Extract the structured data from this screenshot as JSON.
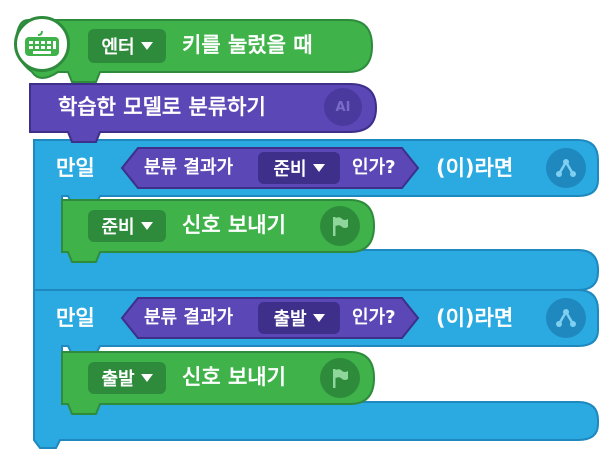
{
  "event_block": {
    "key_option": "엔터",
    "label": "키를 눌렀을 때",
    "icon": "keyboard-icon"
  },
  "ai_block": {
    "label": "학습한 모델로 분류하기",
    "icon": "ai-icon",
    "icon_text": "AI"
  },
  "if_blocks": [
    {
      "if_label": "만일",
      "cond_prefix": "분류 결과가",
      "cond_option": "준비",
      "cond_suffix": "인가?",
      "then_label": "(이)라면",
      "signal_option": "준비",
      "signal_label": "신호 보내기"
    },
    {
      "if_label": "만일",
      "cond_prefix": "분류 결과가",
      "cond_option": "출발",
      "cond_suffix": "인가?",
      "then_label": "(이)라면",
      "signal_option": "출발",
      "signal_label": "신호 보내기"
    }
  ],
  "colors": {
    "green": "#3fb34a",
    "green_dark": "#2e8b3c",
    "purple": "#5b47b5",
    "purple_dark": "#3d2f8a",
    "blue": "#2aaae0",
    "blue_dark": "#1e88bf"
  }
}
